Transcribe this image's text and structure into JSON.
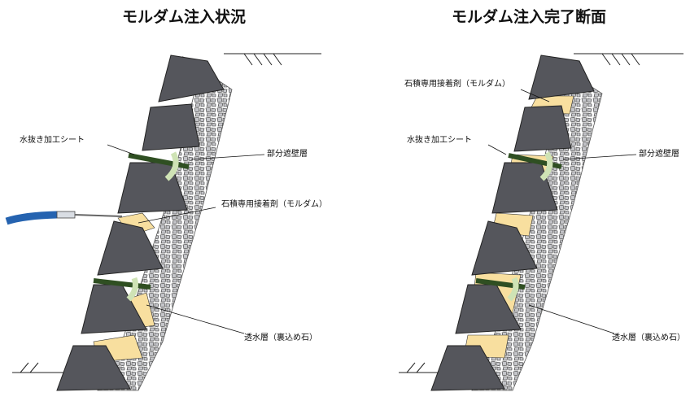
{
  "titles": {
    "left": "モルダム注入状況",
    "right": "モルダム注入完了断面"
  },
  "labels": {
    "drain_sheet": "水抜き加工シート",
    "partial_barrier": "部分遮壁層",
    "adhesive": "石積専用接着剤（モルダム）",
    "permeable_layer": "透水層（裏込め石）"
  },
  "colors": {
    "stone": "#55565c",
    "gravel": "#c4c5c9",
    "mortar": "#f8df9f",
    "sheet": "#2f4f22",
    "barrier": "#cfe3b5",
    "hose": "#2563b0"
  }
}
